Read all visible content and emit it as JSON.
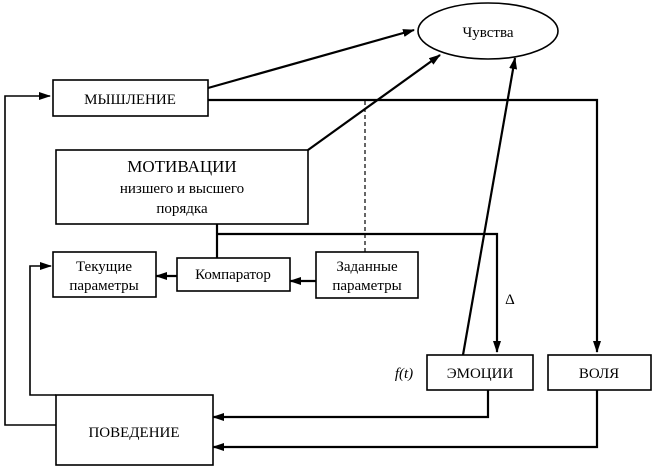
{
  "nodes": {
    "feelings": "Чувства",
    "thinking": "МЫШЛЕНИЕ",
    "motivation": {
      "line1": "МОТИВАЦИИ",
      "line2": "низшего и высшего",
      "line3": "порядка"
    },
    "current_params": {
      "line1": "Текущие",
      "line2": "параметры"
    },
    "comparator": "Компаратор",
    "target_params": {
      "line1": "Заданные",
      "line2": "параметры"
    },
    "emotions": "ЭМОЦИИ",
    "will": "ВОЛЯ",
    "behavior": "ПОВЕДЕНИЕ"
  },
  "labels": {
    "delta": "Δ",
    "f_t": "f(t)"
  }
}
